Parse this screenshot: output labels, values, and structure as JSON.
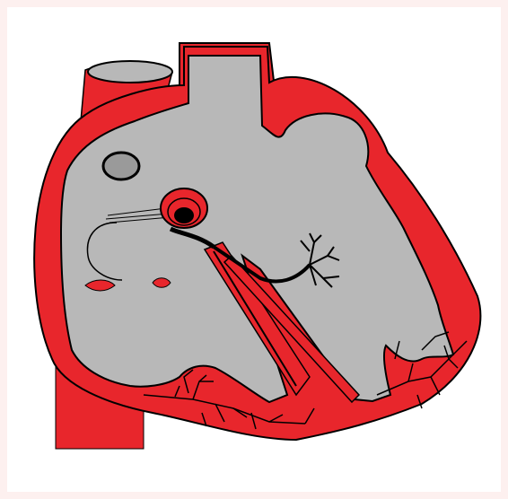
{
  "diagram": {
    "colors": {
      "background": "#fdf0ef",
      "canvas": "#ffffff",
      "muscle_red": "#e8262c",
      "chamber_gray": "#b8b8b8",
      "outline_black": "#000000",
      "node_gray": "#9a9a9a"
    },
    "parts": [
      "superior-vena-cava",
      "inferior-vena-cava",
      "aorta",
      "pulmonary-trunk",
      "right-atrium",
      "left-ventricle",
      "interventricular-septum",
      "sinoatrial-node",
      "atrioventricular-node",
      "bundle-of-his",
      "left-bundle-branch",
      "right-bundle-branch",
      "purkinje-fibers"
    ]
  }
}
